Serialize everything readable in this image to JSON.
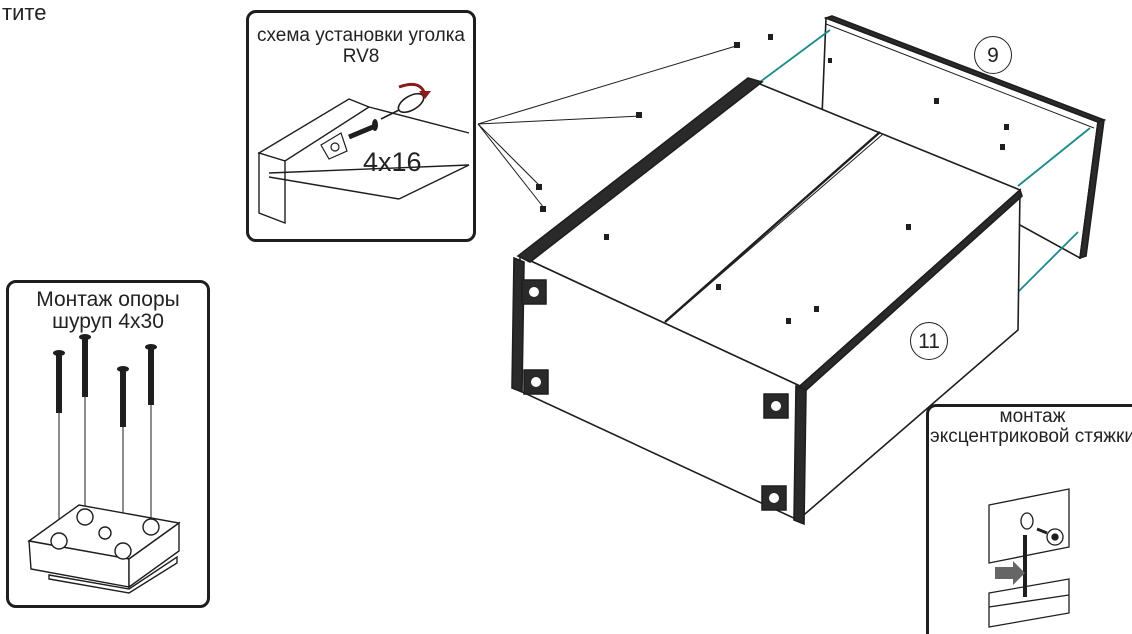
{
  "page": {
    "top_fragment": "тите"
  },
  "insets": {
    "rv8": {
      "title": "схема установки уголка RV8",
      "screw_size": "4x16"
    },
    "leg": {
      "title": "Монтаж опоры шуруп 4x30"
    },
    "cam": {
      "title": "монтаж эксцентриковой стяжки"
    }
  },
  "callouts": {
    "back_panel": "9",
    "drawer_box": "11"
  },
  "colors": {
    "line": "#1e1e1e",
    "teal_guide": "#1a8a8a",
    "panel_fill": "#ffffff"
  },
  "icons": [
    "screwdriver-icon",
    "rotation-arrow-icon",
    "screw-icon",
    "leg-support-icon",
    "cam-lock-icon",
    "down-arrow-icon"
  ]
}
